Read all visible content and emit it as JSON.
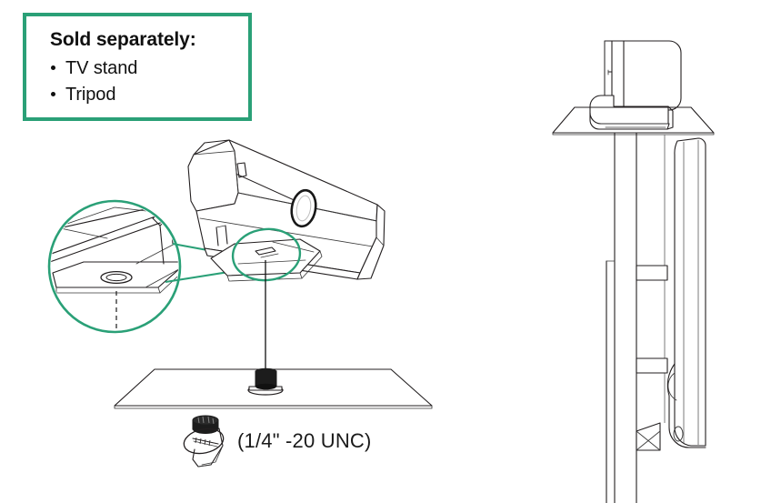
{
  "document": {
    "kind": "product-installation-diagram",
    "title": "Camera mounting options"
  },
  "callout": {
    "title": "Sold separately:",
    "items": [
      {
        "label": "TV stand"
      },
      {
        "label": "Tripod"
      }
    ],
    "border_color": "#2aa077"
  },
  "annotations": {
    "thread_spec": "(1/4\" -20 UNC)",
    "highlight_color": "#2aa077",
    "line_color": "#231f20"
  },
  "figures": {
    "left": {
      "name": "camera-mount-exploded-view",
      "parts": [
        {
          "name": "magnifier-detail-circle",
          "description": "enlarged view of threaded mounting socket"
        },
        {
          "name": "camera-body",
          "description": "video bar shown in isometric view"
        },
        {
          "name": "camera-lens",
          "description": "oval lens on front face"
        },
        {
          "name": "mount-highlight-ellipse",
          "description": "green ellipse marking the tripod socket"
        },
        {
          "name": "mounting-plate",
          "description": "flat stand or tripod top plate"
        },
        {
          "name": "mounting-screw",
          "description": "screw head on mounting plate"
        },
        {
          "name": "tripod-thumbscrew",
          "description": "1/4-20 UNC tripod screw with clamp wire"
        },
        {
          "name": "alignment-line",
          "description": "vertical alignment line from socket to screw"
        }
      ]
    },
    "right": {
      "name": "camera-on-tv-stand-side-view",
      "parts": [
        {
          "name": "camera-body-side",
          "description": "camera seen from the side on the shelf"
        },
        {
          "name": "shelf-plate",
          "description": "top shelf of stand in perspective"
        },
        {
          "name": "stand-pole",
          "description": "vertical column of the TV stand"
        },
        {
          "name": "cable-clip-upper",
          "description": "upper cable management bracket"
        },
        {
          "name": "cable-clip-lower",
          "description": "lower cable management bracket"
        },
        {
          "name": "tv-panel-profile",
          "description": "television panel seen edge-on"
        }
      ]
    }
  }
}
